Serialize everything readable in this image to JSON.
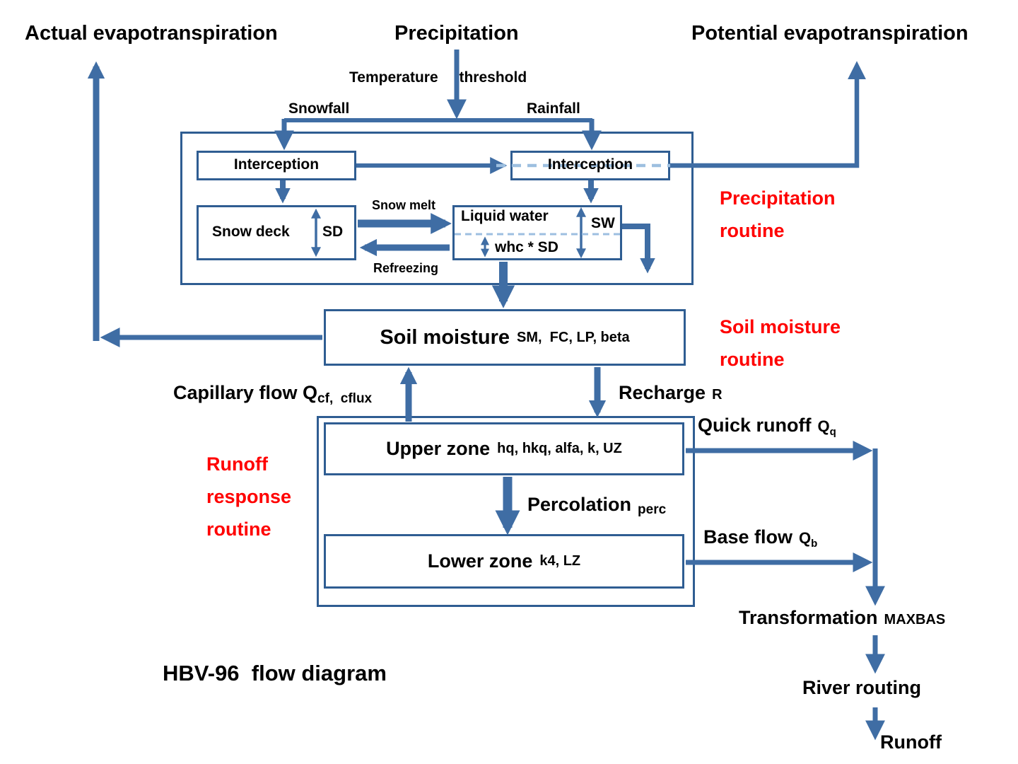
{
  "colors": {
    "arrow_blue": "#3f6da4",
    "box_border_blue": "#2f5d92",
    "dashed_light_blue": "#9dbfe0",
    "routine_label_red": "#ff0000",
    "text_black": "#000000",
    "background": "#ffffff"
  },
  "top": {
    "actual_evapotranspiration": "Actual evapotranspiration",
    "precipitation": "Precipitation",
    "potential_evapotranspiration": "Potential evapotranspiration",
    "temperature_threshold": "Temperature threshold",
    "snowfall": "Snowfall",
    "rainfall": "Rainfall"
  },
  "precipitation_routine": {
    "routine_label": "Precipitation routine",
    "interception_left": "Interception",
    "interception_right": "Interception",
    "snow_deck": "Snow deck",
    "sd": "SD",
    "snow_melt": "Snow melt",
    "refreezing": "Refreezing",
    "liquid_water": "Liquid water",
    "whc_sd": "whc * SD",
    "sw": "SW"
  },
  "soil": {
    "routine_label": "Soil moisture routine",
    "box_title": "Soil moisture",
    "box_params": "SM,  FC, LP, beta",
    "capillary_main": "Capillary flow Q",
    "capillary_sub": "cf,  cflux",
    "recharge_main": "Recharge",
    "recharge_sub": "R"
  },
  "runoff_response": {
    "routine_label": "Runoff response routine",
    "upper_zone_title": "Upper zone",
    "upper_zone_params": "hq, hkq, alfa, k, UZ",
    "percolation_main": "Percolation",
    "percolation_sub": "perc",
    "lower_zone_title": "Lower zone",
    "lower_zone_params": "k4, LZ",
    "quick_runoff_main": "Quick runoff",
    "quick_runoff_sym": "Q",
    "quick_runoff_sub": "q",
    "base_flow_main": "Base flow",
    "base_flow_sym": "Q",
    "base_flow_sub": "b"
  },
  "routing": {
    "transformation_main": "Transformation",
    "transformation_sub": "MAXBAS",
    "river_routing": "River routing",
    "runoff": "Runoff"
  },
  "footer": {
    "diagram_title": "HBV-96  flow diagram"
  }
}
